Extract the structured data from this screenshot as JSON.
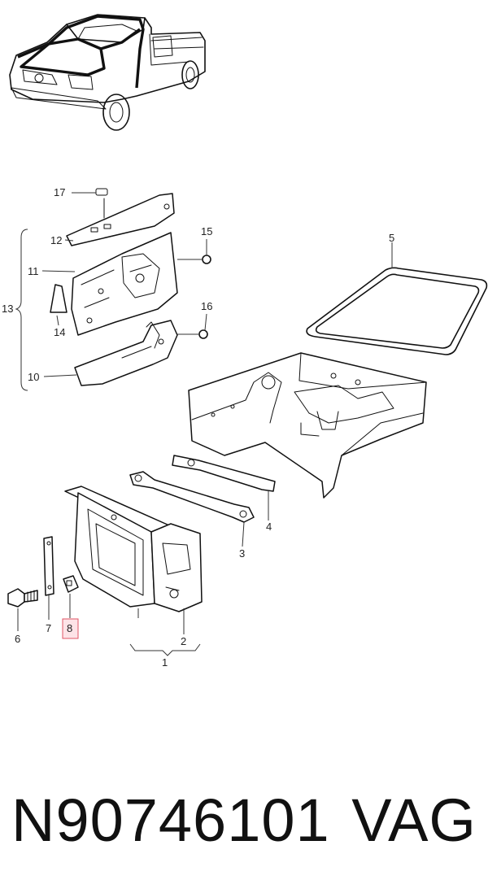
{
  "callouts": {
    "c1": "1",
    "c2": "2",
    "c3": "3",
    "c4": "4",
    "c5": "5",
    "c6": "6",
    "c7": "7",
    "c8": "8",
    "c10": "10",
    "c11": "11",
    "c12": "12",
    "c13": "13",
    "c14": "14",
    "c15": "15",
    "c16": "16",
    "c17": "17"
  },
  "highlighted_callout": "8",
  "footer": {
    "part_number": "N90746101",
    "brand": "VAG"
  },
  "colors": {
    "line": "#111111",
    "highlight_fill": "#fde3e7",
    "highlight_stroke": "#e05566"
  }
}
